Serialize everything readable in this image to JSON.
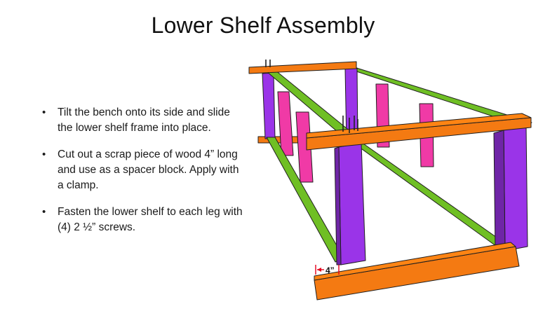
{
  "slide": {
    "title": "Lower Shelf Assembly",
    "bullets": [
      {
        "text": "Tilt the bench onto its side and slide the lower shelf frame into place."
      },
      {
        "text": "Cut out a scrap piece of wood 4” long and use as a spacer block. Apply with a clamp."
      },
      {
        "text": "Fasten the lower shelf to each leg with (4) 2 ½” screws."
      }
    ]
  },
  "diagram": {
    "dimension_label": "4”",
    "colors": {
      "orange": "#f47a12",
      "green": "#6fbf24",
      "purple": "#9a34e8",
      "pink": "#f03aa6",
      "outline": "#1f1f1f",
      "dimension": "#e3001b"
    }
  }
}
